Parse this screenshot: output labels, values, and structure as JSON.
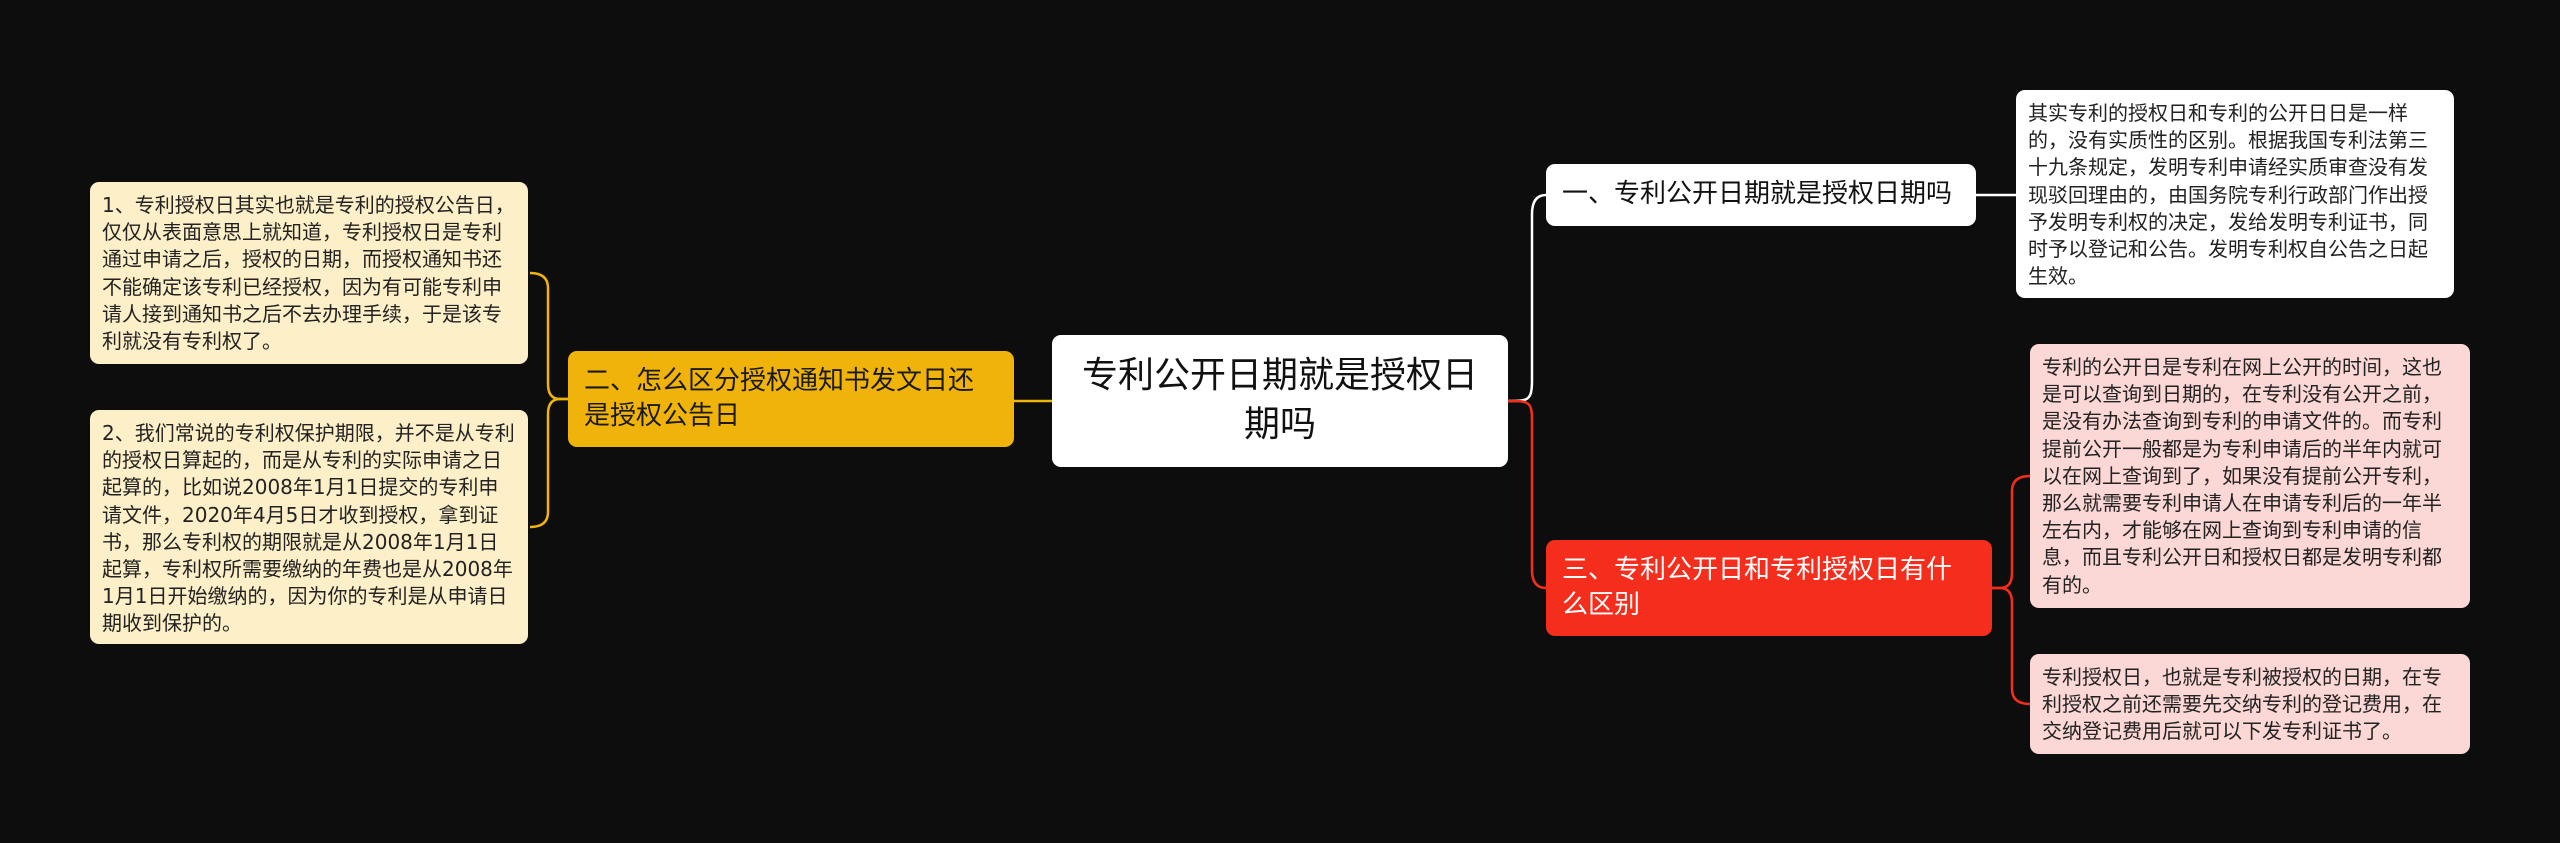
{
  "colors": {
    "background": "#0d0d0d",
    "link_white": "#ffffff",
    "link_yellow": "#f0b30a",
    "link_red": "#f52d1c"
  },
  "root": {
    "label": "专利公开日期就是授权日期吗"
  },
  "branches": [
    {
      "label": "一、专利公开日期就是授权日期吗",
      "children": [
        "其实专利的授权日和专利的公开日日是一样的，没有实质性的区别。根据我国专利法第三十九条规定，发明专利申请经实质审查没有发现驳回理由的，由国务院专利行政部门作出授予发明专利权的决定，发给发明专利证书，同时予以登记和公告。发明专利权自公告之日起生效。"
      ]
    },
    {
      "label": "二、怎么区分授权通知书发文日还是授权公告日",
      "children": [
        "1、专利授权日其实也就是专利的授权公告日，仅仅从表面意思上就知道，专利授权日是专利通过申请之后，授权的日期，而授权通知书还不能确定该专利已经授权，因为有可能专利申请人接到通知书之后不去办理手续，于是该专利就没有专利权了。",
        "2、我们常说的专利权保护期限，并不是从专利的授权日算起的，而是从专利的实际申请之日起算的，比如说2008年1月1日提交的专利申请文件，2020年4月5日才收到授权，拿到证书，那么专利权的期限就是从2008年1月1日起算，专利权所需要缴纳的年费也是从2008年1月1日开始缴纳的，因为你的专利是从申请日期收到保护的。"
      ]
    },
    {
      "label": "三、专利公开日和专利授权日有什么区别",
      "children": [
        "专利的公开日是专利在网上公开的时间，这也是可以查询到日期的，在专利没有公开之前，是没有办法查询到专利的申请文件的。而专利提前公开一般都是为专利申请后的半年内就可以在网上查询到了，如果没有提前公开专利，那么就需要专利申请人在申请专利后的一年半左右内，才能够在网上查询到专利申请的信息，而且专利公开日和授权日都是发明专利都有的。",
        "专利授权日，也就是专利被授权的日期，在专利授权之前还需要先交纳专利的登记费用，在交纳登记费用后就可以下发专利证书了。"
      ]
    }
  ]
}
